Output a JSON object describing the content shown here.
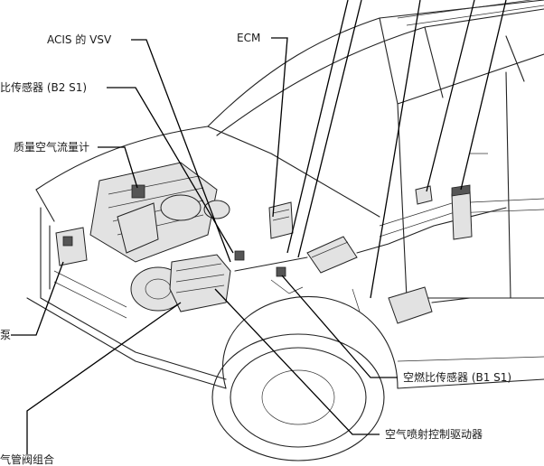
{
  "labels": {
    "acis_vsv": "ACIS 的 VSV",
    "ecm": "ECM",
    "af_sensor_b2s1": "比传感器 (B2 S1)",
    "mass_air_flow": "质量空气流量计",
    "pump_partial": "泵",
    "af_sensor_b1s1": "空燃比传感器 (B1 S1)",
    "air_injection_driver": "空气喷射控制驱动器",
    "bottom_partial": "气管阀组合"
  }
}
